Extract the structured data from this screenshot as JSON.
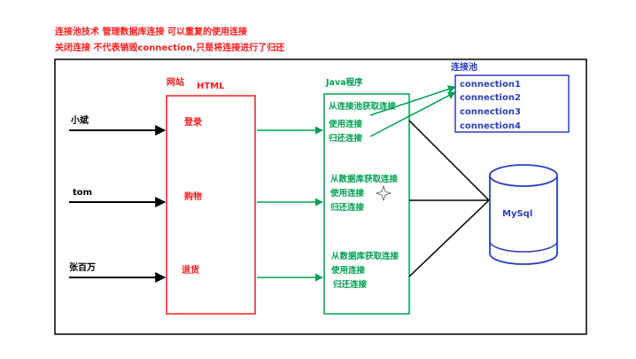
{
  "notes": [
    "连接池技术 管理数据库连接 可以重复的使用连接",
    "关闭连接 不代表销毁connection,只是将连接进行了归还"
  ],
  "users": [
    "小斌",
    "tom",
    "张百万"
  ],
  "website": {
    "label": "网站",
    "title": "HTML",
    "actions": [
      "登录",
      "购物",
      "退货"
    ]
  },
  "java": {
    "label": "Java程序",
    "groups": [
      [
        "从连接池获取连接",
        "使用连接",
        "归还连接"
      ],
      [
        "从数据库获取连接",
        "使用连接",
        "归还连接"
      ],
      [
        "从数据库获取连接",
        "使用连接",
        "归还连接"
      ]
    ]
  },
  "pool": {
    "label": "连接池",
    "connections": [
      "connection1",
      "connection2",
      "connection3",
      "connection4"
    ]
  },
  "database": {
    "label": "MySql"
  },
  "colors": {
    "red": "#ff1a1a",
    "green": "#00a050",
    "blue": "#2a3fc0",
    "black": "#000000"
  }
}
